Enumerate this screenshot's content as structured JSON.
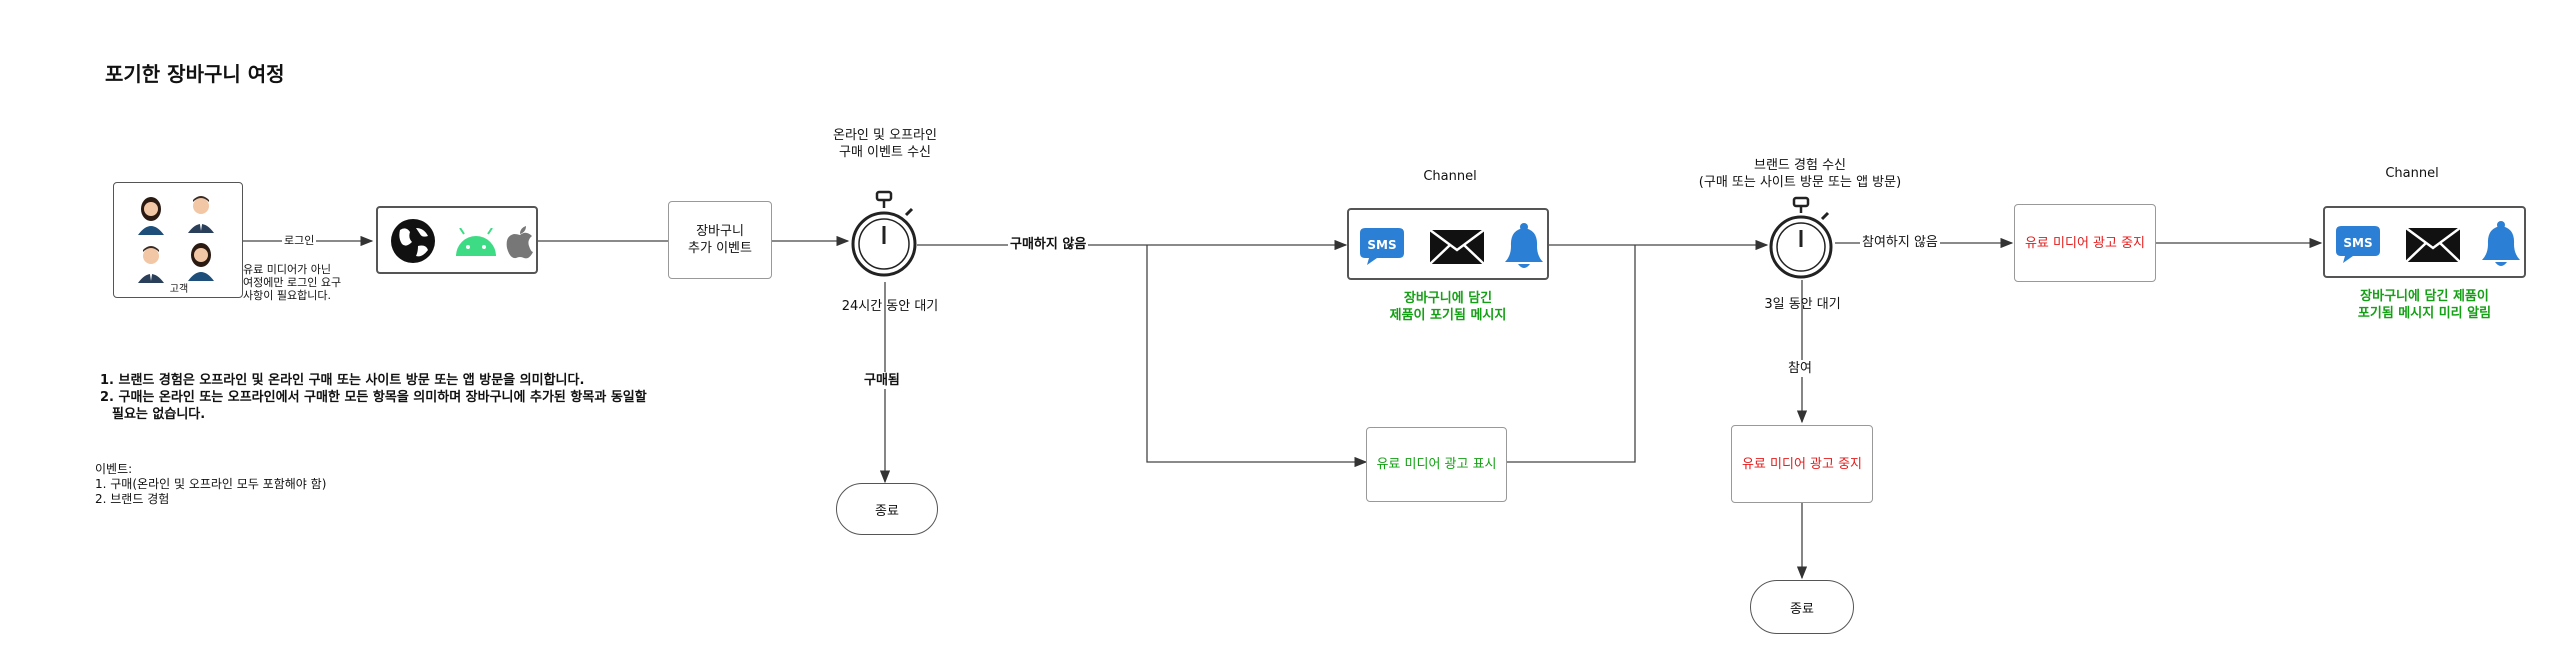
{
  "title": "포기한 장바구니 여정",
  "customer_label": "고객",
  "login_label": "로그인",
  "login_note": [
    "유료 미디어가 아닌",
    "여정에만 로그인 요구",
    "사항이 필요합니다."
  ],
  "cart_event": [
    "장바구니",
    "추가 이벤트"
  ],
  "event_receive_title": [
    "온라인 및 오프라인",
    "구매 이벤트 수신"
  ],
  "wait_24h": "24시간 동안 대기",
  "not_purchased": "구매하지 않음",
  "purchased": "구매됨",
  "end_label": "종료",
  "channel_label": "Channel",
  "sms_label": "SMS",
  "message_1": [
    "장바구니에 담긴",
    "제품이 포기됨 메시지"
  ],
  "show_paid_ad": "유료 미디어 광고 표시",
  "brand_exp_title": [
    "브랜드 경험 수신",
    "(구매 또는 사이트 방문 또는 앱 방문)"
  ],
  "wait_3d": "3일 동안 대기",
  "not_engaged": "참여하지 않음",
  "engaged": "참여",
  "stop_paid_ad": "유료 미디어 광고 중지",
  "message_2": [
    "장바구니에 담긴 제품이",
    "포기됨 메시지 미리 알림"
  ],
  "notes": [
    "1. 브랜드 경험은 오프라인 및 온라인 구매 또는 사이트 방문 또는 앱 방문을 의미합니다.",
    "2. 구매는 온라인 또는 오프라인에서 구매한 모든 항목을 의미하며 장바구니에 추가된 항목과 동일할",
    "필요는 없습니다."
  ],
  "events": {
    "heading": "이벤트:",
    "items": [
      "1. 구매(온라인 및 오프라인 모두 포함해야 함)",
      "2. 브랜드 경험"
    ]
  },
  "colors": {
    "green": "#14a014",
    "red": "#e41b1b",
    "sms_blue": "#2b7fd4",
    "bell_blue": "#2b7fd4",
    "android_green": "#3ddc84"
  },
  "icons": [
    "person-icon",
    "globe-icon",
    "android-icon",
    "apple-icon",
    "stopwatch-icon",
    "sms-icon",
    "mail-icon",
    "bell-icon"
  ]
}
